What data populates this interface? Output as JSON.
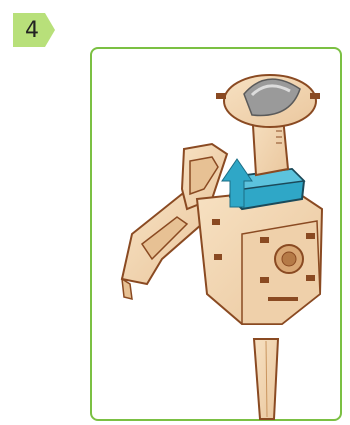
{
  "step": {
    "number": "4"
  },
  "colors": {
    "badge_fill": "#b8e07a",
    "frame_border": "#7bc043",
    "wood": "#f3d7b4",
    "wood_edge": "#8a4a22",
    "accent_blue": "#2fa7c7",
    "accent_dark": "#1b4a5a"
  },
  "illustration": {
    "subject": "wooden-model-assembly",
    "arrow_direction": "up"
  }
}
